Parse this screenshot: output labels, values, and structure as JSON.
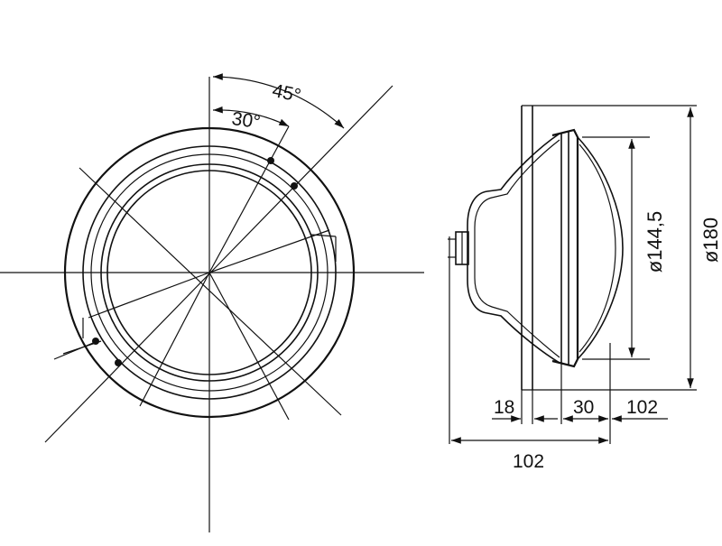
{
  "front_view": {
    "angle_large": "45°",
    "angle_small": "30°"
  },
  "side_view": {
    "dim_lens_diameter": "ø144,5",
    "dim_outer_diameter": "ø180",
    "dim_depth_rear": "18",
    "dim_depth_mid": "30",
    "dim_depth_front": "102",
    "dim_total_length": "102"
  },
  "colors": {
    "line": "#111111",
    "background": "#ffffff"
  }
}
